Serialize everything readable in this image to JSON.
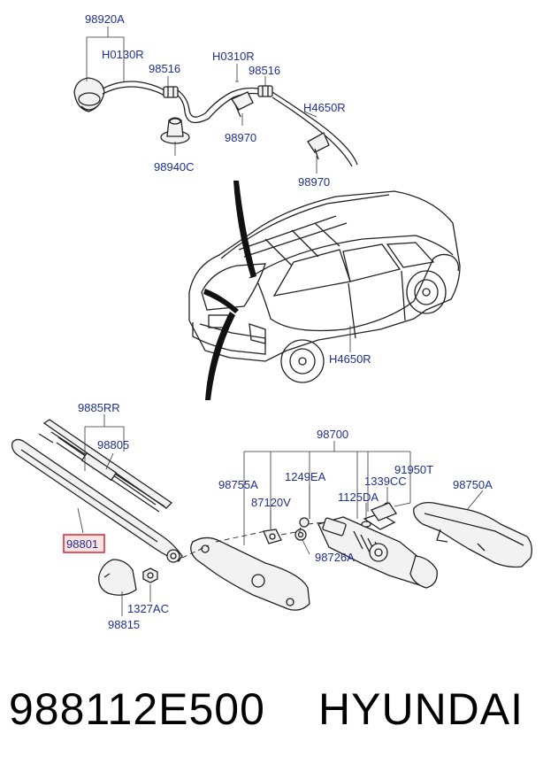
{
  "labels": {
    "top_assembly": "98920A",
    "hose_1": "H0130R",
    "connector_1": "98516",
    "hose_2": "H0310R",
    "connector_2": "98516",
    "grommet": "98940C",
    "clip_1": "98970",
    "hose_3": "H4650R",
    "clip_2": "98970",
    "hose_car": "H4650R",
    "blade_refill": "9885RR",
    "blade": "98805",
    "arm": "98801",
    "cap": "98815",
    "nut": "1327AC",
    "motor_assembly": "98700",
    "bracket": "98755A",
    "bolt_1": "1249EA",
    "bush": "87120V",
    "bolt_2": "1339CC",
    "connector_3": "91950T",
    "washer": "1125DA",
    "motor_cover": "98750A",
    "pivot": "98726A"
  },
  "caption": {
    "part_number": "988112E500",
    "brand": "HYUNDAI"
  },
  "colors": {
    "label_text": "#1f2f8f",
    "highlight_border": "#e0303a",
    "line": "#222222"
  }
}
